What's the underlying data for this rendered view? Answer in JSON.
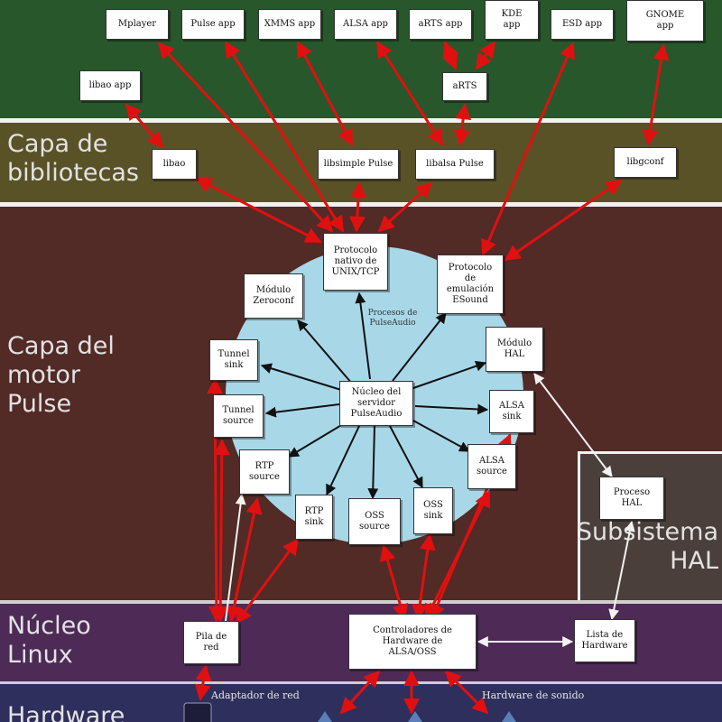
{
  "colors": {
    "applications_band": "#27572a",
    "libraries_band": "#5a5227",
    "engine_band": "#522a26",
    "kernel_band": "#4e2a57",
    "hardware_band": "#2e2f5c",
    "separator": "#f2f2f2",
    "engine_circle": "#a8d8e8",
    "arrow_red": "#e01010",
    "arrow_black": "#111111",
    "arrow_white": "#f2f2f2"
  },
  "layers": {
    "libraries": "Capa de\nbibliotecas",
    "engine": "Capa del\nmotor\nPulse",
    "kernel": "Núcleo\nLinux",
    "hardware": "Hardware",
    "hal": "Subsistema\nHAL"
  },
  "nodes": {
    "mplayer": "Mplayer",
    "pulse_app": "Pulse app",
    "xmms_app": "XMMS app",
    "alsa_app": "ALSA app",
    "artsd_app": "aRTS app",
    "esd_app": "ESD app",
    "libao_app": "libao app",
    "kde_app": "KDE\napp",
    "gnome_app": "GNOME\napp",
    "arts": "aRTS",
    "libao": "libao",
    "libsimple": "libsimple Pulse",
    "libalsa": "libalsa Pulse",
    "libgconf": "libgconf",
    "proto_native": "Protocolo\nnativo de\nUNIX/TCP",
    "proto_esd": "Protocolo\nde\nemulación\nESound",
    "zeroconf": "Módulo\nZeroconf",
    "tunnel_sink": "Tunnel\nsink",
    "tunnel_source": "Tunnel\nsource",
    "rtp_source": "RTP\nsource",
    "rtp_sink": "RTP\nsink",
    "oss_source": "OSS\nsource",
    "oss_sink": "OSS\nsink",
    "alsa_source": "ALSA\nsource",
    "alsa_sink": "ALSA\nsink",
    "hal_module": "Módulo\nHAL",
    "core": "Núcleo del\nservidor\nPulseAudio",
    "hal_process": "Proceso\nHAL",
    "net_stack": "Pila de\nred",
    "alsa_drivers": "Controladores de\nHardware de\nALSA/OSS",
    "hw_list": "Lista de\nHardware"
  },
  "labels": {
    "modules": "Procesos de\nPulseAudio",
    "network_adapter": "Adaptador de red",
    "sound_hardware": "Hardware de sonido"
  }
}
